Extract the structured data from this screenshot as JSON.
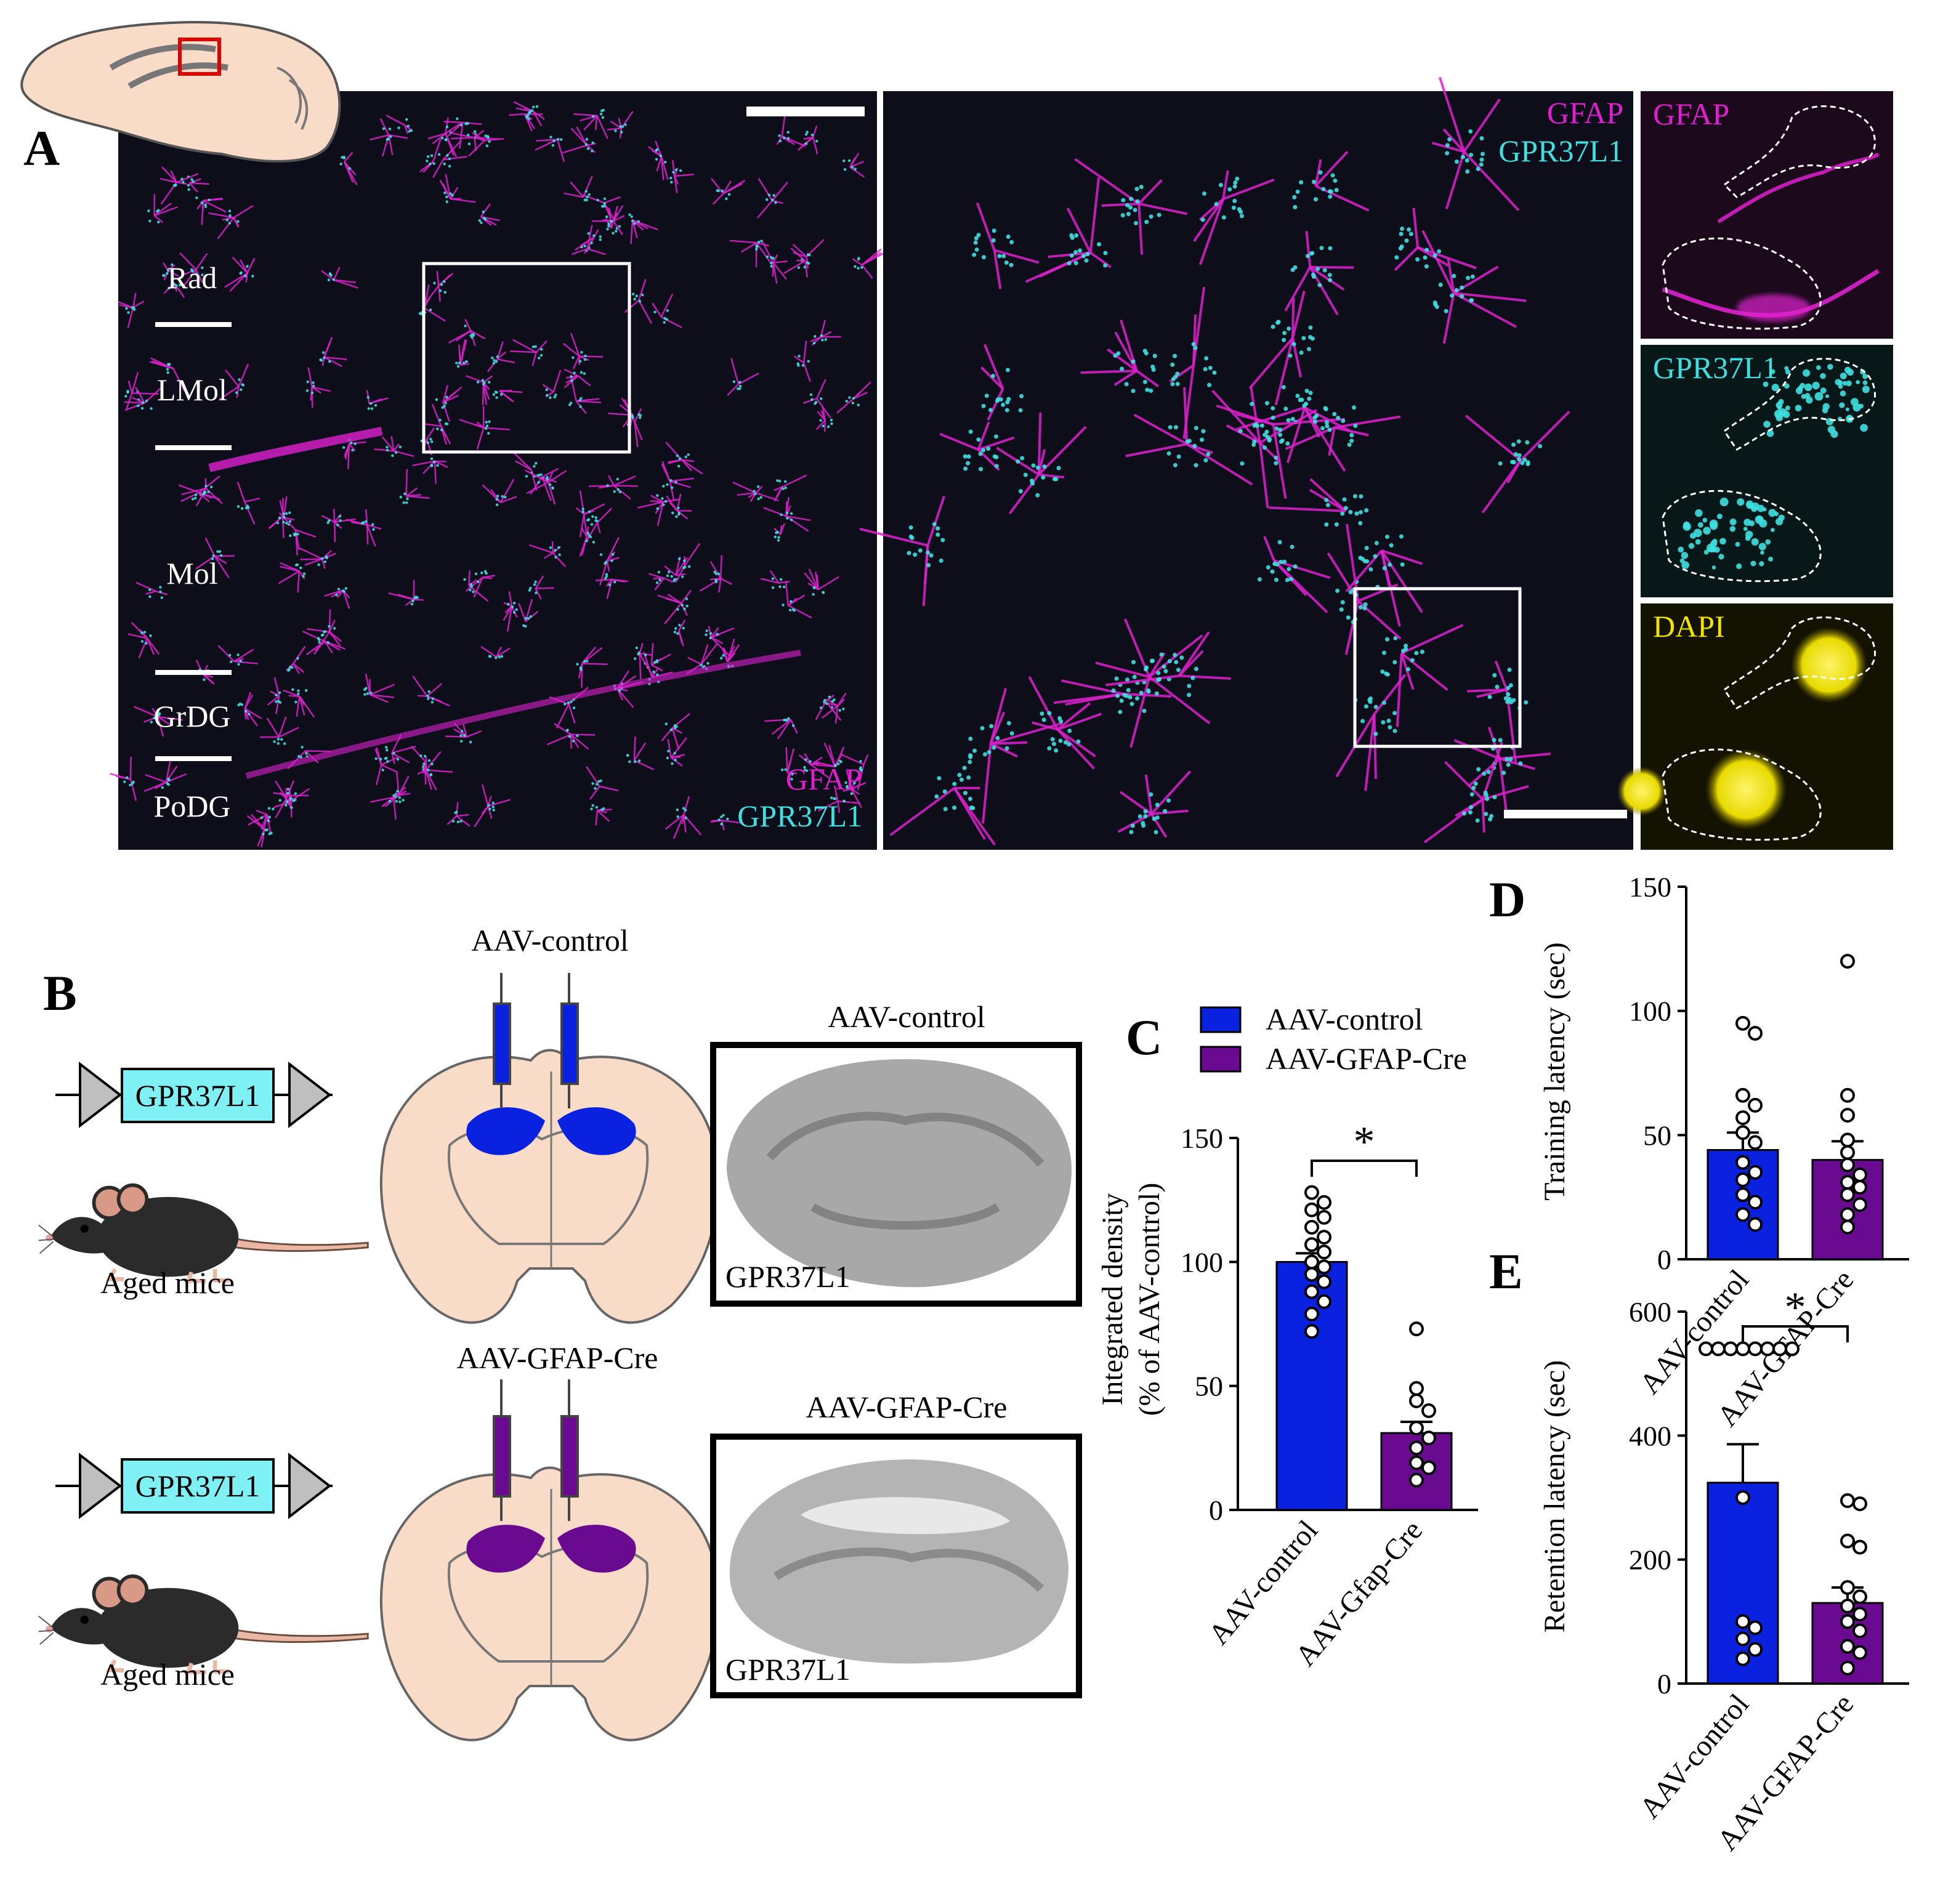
{
  "panel_letters": {
    "a": "A",
    "b": "B",
    "c": "C",
    "d": "D",
    "e": "E"
  },
  "panel_a": {
    "layers": [
      "Rad",
      "LMol",
      "Mol",
      "GrDG",
      "PoDG"
    ],
    "left_stain_1": "GFAP",
    "left_stain_2": "GPR37L1",
    "middle_stain_1": "GFAP",
    "middle_stain_2": "GPR37L1",
    "inset_labels": [
      "GFAP",
      "GPR37L1",
      "DAPI"
    ],
    "colors": {
      "gfap": "#e020d0",
      "gpr37l1": "#3ee0e0",
      "dapi": "#f2e400",
      "background": "#0e0e1a"
    }
  },
  "panel_b": {
    "control_title": "AAV-control",
    "cre_title": "AAV-GFAP-Cre",
    "gene_label": "GPR37L1",
    "mice_label": "Aged mice",
    "blot_title_control": "AAV-control",
    "blot_title_cre": "AAV-GFAP-Cre",
    "blot_label": "GPR37L1",
    "colors": {
      "control": "#0a22e0",
      "cre": "#6a0a90",
      "gene_box": "#7ff0f4",
      "brain": "#f8dcc8"
    }
  },
  "chart_data": [
    {
      "panel": "C",
      "type": "bar",
      "categories": [
        "AAV-control",
        "AAV-Gfap-Cre"
      ],
      "values": [
        100,
        31
      ],
      "sem": [
        3.5,
        4.5
      ],
      "points": [
        [
          128,
          124,
          121,
          118,
          114,
          110,
          107,
          104,
          100,
          98,
          95,
          92,
          88,
          84,
          79,
          72
        ],
        [
          73,
          49,
          44,
          40,
          33,
          29,
          25,
          19,
          17,
          12
        ]
      ],
      "ylabel": "Integrated density (% of AAV-control)",
      "ylabel_line1": "Integrated density",
      "ylabel_line2": "(% of AAV-control)",
      "ylim": [
        0,
        150
      ],
      "yticks": [
        "0",
        "50",
        "100",
        "150"
      ],
      "significance": "*",
      "legend": [
        {
          "name": "AAV-control",
          "color": "#0a22e0"
        },
        {
          "name": "AAV-GFAP-Cre",
          "color": "#6a0a90"
        }
      ],
      "legend_position": "top-left"
    },
    {
      "panel": "D",
      "type": "bar",
      "categories": [
        "AAV-control",
        "AAV-GFAP-Cre"
      ],
      "values": [
        44,
        40
      ],
      "sem": [
        7,
        7.5
      ],
      "points": [
        [
          95,
          91,
          66,
          62,
          57,
          51,
          47,
          39,
          35,
          32,
          26,
          23,
          18,
          14
        ],
        [
          120,
          66,
          58,
          48,
          43,
          38,
          34,
          31,
          29,
          26,
          22,
          18,
          13
        ]
      ],
      "ylabel": "Training latency (sec)",
      "ylim": [
        0,
        150
      ],
      "yticks": [
        "0",
        "50",
        "100",
        "150"
      ]
    },
    {
      "panel": "E",
      "type": "bar",
      "categories": [
        "AAV-control",
        "AAV-GFAP-Cre"
      ],
      "values": [
        324,
        130
      ],
      "sem": [
        62,
        25
      ],
      "points": [
        [
          540,
          540,
          540,
          540,
          540,
          540,
          540,
          540,
          300,
          100,
          90,
          72,
          55,
          40
        ],
        [
          295,
          290,
          230,
          220,
          155,
          140,
          125,
          112,
          100,
          85,
          60,
          50,
          25
        ]
      ],
      "ylabel": "Retention latency (sec)",
      "ylim": [
        0,
        600
      ],
      "yticks": [
        "0",
        "200",
        "400",
        "600"
      ],
      "significance": "*"
    }
  ]
}
